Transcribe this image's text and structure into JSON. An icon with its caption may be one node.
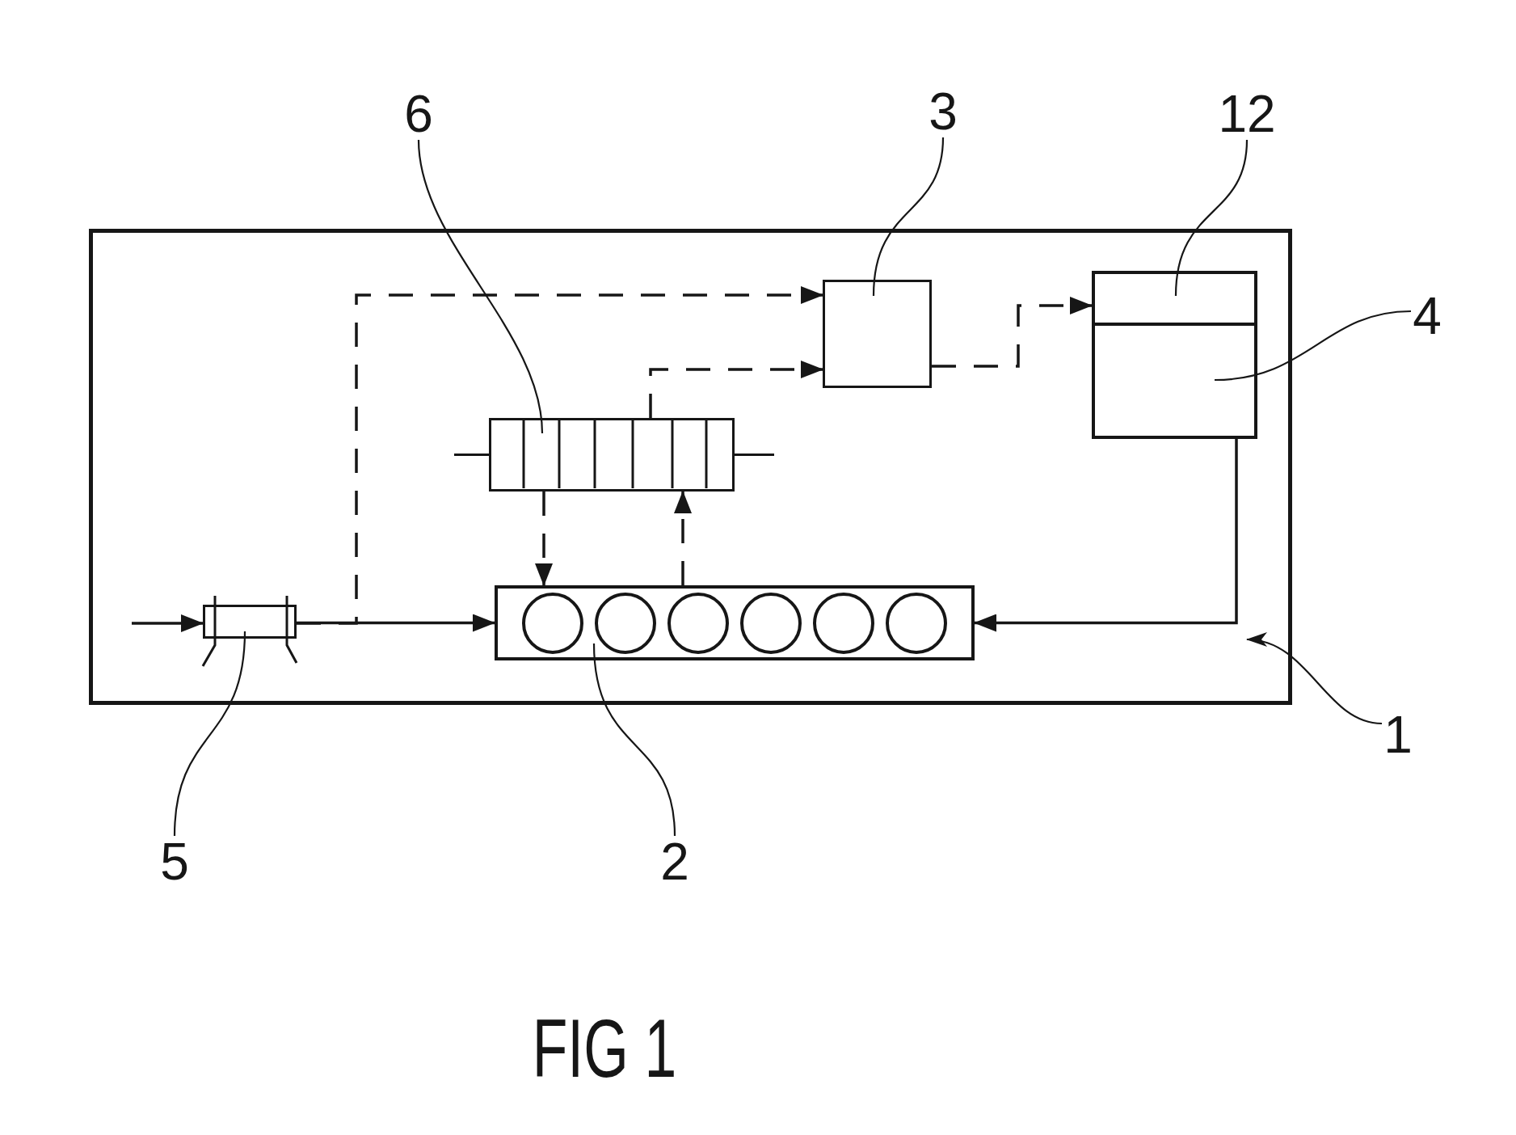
{
  "diagram": {
    "caption": "FIG 1",
    "nodes": [
      {
        "text": [
          "6"
        ]
      },
      {
        "text": [
          "3"
        ]
      },
      {
        "text": [
          "12"
        ]
      },
      {
        "text": [],
        "shape": "box"
      },
      {
        "text": [],
        "shape": "box",
        "in": 3
      },
      {
        "text": [],
        "shape": "box",
        "in": 3
      },
      {
        "text": [],
        "shape": "box",
        "in": 3
      },
      {
        "text": [],
        "shape": "box",
        "in": 3
      },
      {
        "text": [],
        "shape": "box",
        "in": 3
      },
      {
        "text": [],
        "shape": "box",
        "in": 3
      },
      {
        "text": [
          "4"
        ]
      },
      {
        "text": [
          "1"
        ]
      },
      {
        "text": [
          "5"
        ]
      },
      {
        "text": [
          "2"
        ]
      }
    ],
    "edges": [
      {
        "from": null,
        "to": 8,
        "arrow": "to"
      },
      {
        "from": 8,
        "to": 9,
        "arrow": "to"
      },
      {
        "from": 8,
        "to": 4,
        "arrow": "to",
        "style": "dashed"
      },
      {
        "from": 7,
        "to": 4,
        "arrow": "to",
        "style": "dashed"
      },
      {
        "from": 4,
        "to": 5,
        "arrow": "to",
        "style": "dashed"
      },
      {
        "from": 7,
        "to": 9,
        "arrow": "to",
        "style": "dashed"
      },
      {
        "from": 9,
        "to": 7,
        "arrow": "to",
        "style": "dashed"
      },
      {
        "from": 6,
        "to": 9,
        "arrow": "to"
      },
      {
        "from": 0,
        "to": 7,
        "arrow": "none"
      },
      {
        "from": 1,
        "to": 4,
        "arrow": "none"
      },
      {
        "from": 2,
        "to": 5,
        "arrow": "none"
      },
      {
        "from": 10,
        "to": 6,
        "arrow": "none"
      },
      {
        "from": 11,
        "to": 3,
        "arrow": "to"
      },
      {
        "from": 12,
        "to": 8,
        "arrow": "none"
      },
      {
        "from": 13,
        "to": 9,
        "arrow": "none"
      }
    ]
  }
}
